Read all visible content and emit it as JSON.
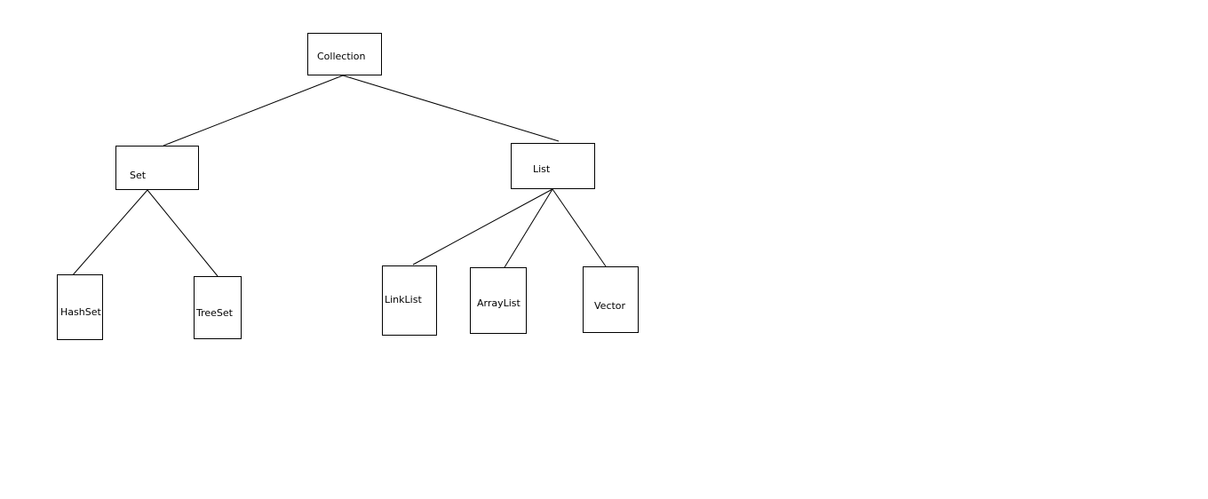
{
  "diagram": {
    "nodes": {
      "collection": "Collection",
      "set": "Set",
      "list": "List",
      "hashset": "HashSet",
      "treeset": "TreeSet",
      "linklist": "LinkList",
      "arraylist": "ArrayList",
      "vector": "Vector"
    },
    "edges": [
      [
        "collection",
        "set"
      ],
      [
        "collection",
        "list"
      ],
      [
        "set",
        "hashset"
      ],
      [
        "set",
        "treeset"
      ],
      [
        "list",
        "linklist"
      ],
      [
        "list",
        "arraylist"
      ],
      [
        "list",
        "vector"
      ]
    ],
    "colors": {
      "line": "#000000",
      "box_border": "#000000",
      "background": "#ffffff"
    }
  }
}
